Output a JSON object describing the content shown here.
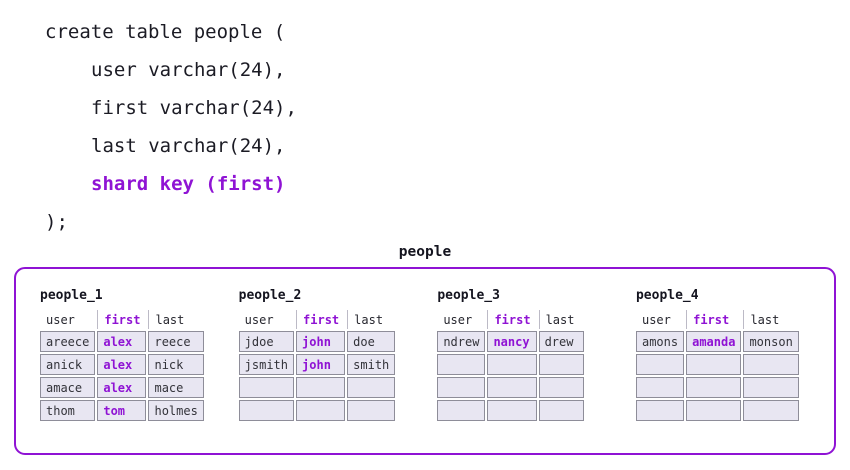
{
  "colors": {
    "accent": "#8f13d4",
    "cell_bg": "#e8e6f2",
    "cell_border": "#8e8d99",
    "header_separator": "#bcbac6"
  },
  "code": {
    "lines": [
      {
        "text": "create table people ("
      },
      {
        "text": "user varchar(24),"
      },
      {
        "text": "first varchar(24),"
      },
      {
        "text": "last varchar(24),"
      },
      {
        "text": "shard key (first)"
      },
      {
        "text": ");"
      }
    ]
  },
  "diagram": {
    "label": "people",
    "columns": [
      "user",
      "first",
      "last"
    ],
    "shard_key_column": "first",
    "shards": [
      {
        "name": "people_1",
        "rows": [
          [
            "areece",
            "alex",
            "reece"
          ],
          [
            "anick",
            "alex",
            "nick"
          ],
          [
            "amace",
            "alex",
            "mace"
          ],
          [
            "thom",
            "tom",
            "holmes"
          ]
        ]
      },
      {
        "name": "people_2",
        "rows": [
          [
            "jdoe",
            "john",
            "doe"
          ],
          [
            "jsmith",
            "john",
            "smith"
          ],
          [
            "",
            "",
            ""
          ],
          [
            "",
            "",
            ""
          ]
        ]
      },
      {
        "name": "people_3",
        "rows": [
          [
            "ndrew",
            "nancy",
            "drew"
          ],
          [
            "",
            "",
            ""
          ],
          [
            "",
            "",
            ""
          ],
          [
            "",
            "",
            ""
          ]
        ]
      },
      {
        "name": "people_4",
        "rows": [
          [
            "amons",
            "amanda",
            "monson"
          ],
          [
            "",
            "",
            ""
          ],
          [
            "",
            "",
            ""
          ],
          [
            "",
            "",
            ""
          ]
        ]
      }
    ]
  }
}
